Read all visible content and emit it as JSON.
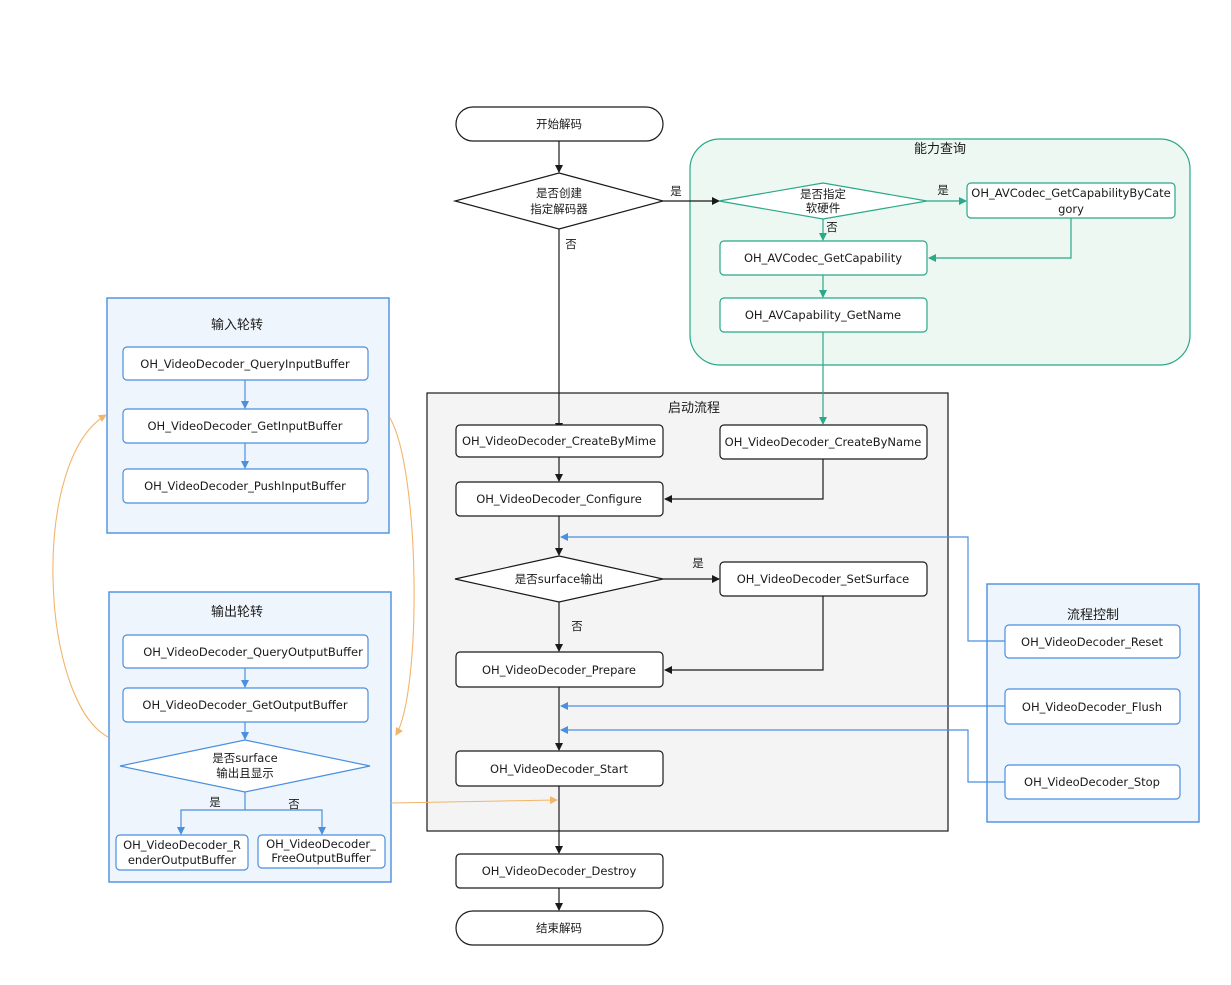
{
  "colors": {
    "black": "#1a1a1a",
    "green": "#2aa888",
    "blue": "#4a8fe0",
    "orange": "#f3b56a",
    "blueFill": "#eef5fc",
    "greenFill": "#edf8f3",
    "grayFill": "#f4f4f4"
  },
  "groups": {
    "capability": "能力查询",
    "startup": "启动流程",
    "input": "输入轮转",
    "output": "输出轮转",
    "control": "流程控制"
  },
  "nodes": {
    "start": "开始解码",
    "end": "结束解码",
    "q_create_l1": "是否创建",
    "q_create_l2": "指定解码器",
    "q_hw_l1": "是否指定",
    "q_hw_l2": "软硬件",
    "byCategory_l1": "OH_AVCodec_GetCapabilityByCate",
    "byCategory_l2": "gory",
    "getCapability": "OH_AVCodec_GetCapability",
    "getName": "OH_AVCapability_GetName",
    "createByMime": "OH_VideoDecoder_CreateByMime",
    "createByName": "OH_VideoDecoder_CreateByName",
    "configure": "OH_VideoDecoder_Configure",
    "q_surface": "是否surface输出",
    "setSurface": "OH_VideoDecoder_SetSurface",
    "prepare": "OH_VideoDecoder_Prepare",
    "start_call": "OH_VideoDecoder_Start",
    "destroy": "OH_VideoDecoder_Destroy",
    "queryInput": "OH_VideoDecoder_QueryInputBuffer",
    "getInput": "OH_VideoDecoder_GetInputBuffer",
    "pushInput": "OH_VideoDecoder_PushInputBuffer",
    "queryOutput": "OH_VideoDecoder_QueryOutputBuffer",
    "getOutput": "OH_VideoDecoder_GetOutputBuffer",
    "q_show_l1": "是否surface",
    "q_show_l2": "输出且显示",
    "render_l1": "OH_VideoDecoder_R",
    "render_l2": "enderOutputBuffer",
    "free_l1": "OH_VideoDecoder_",
    "free_l2": "FreeOutputBuffer",
    "reset": "OH_VideoDecoder_Reset",
    "flush": "OH_VideoDecoder_Flush",
    "stop": "OH_VideoDecoder_Stop"
  },
  "labels": {
    "yes": "是",
    "no": "否"
  }
}
